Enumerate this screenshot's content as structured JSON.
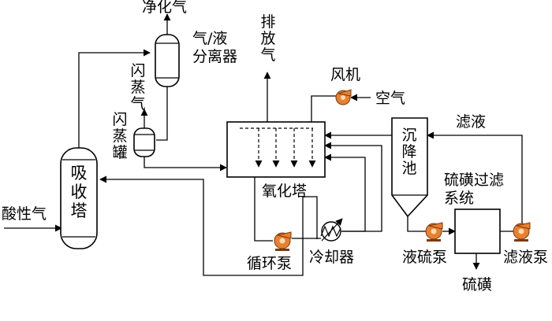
{
  "labels": {
    "purified_gas": "净化气",
    "exhaust": "排放气",
    "gas_liquid_separator": "气/液分离器",
    "flash_gas": "闪蒸气",
    "flash_tank": "闪蒸罐",
    "fan": "风机",
    "air": "空气",
    "filtrate": "滤液",
    "settling_tank": "沉降池",
    "oxidation_tower": "氧化塔",
    "absorption_tower": "吸收塔",
    "acid_gas": "酸性气",
    "sulfur_filter_system": "硫磺过滤系统",
    "circulation_pump": "循环泵",
    "cooler": "冷却器",
    "sulfur_slurry_pump": "液硫泵",
    "filtrate_pump": "滤液泵",
    "sulfur": "硫磺"
  }
}
